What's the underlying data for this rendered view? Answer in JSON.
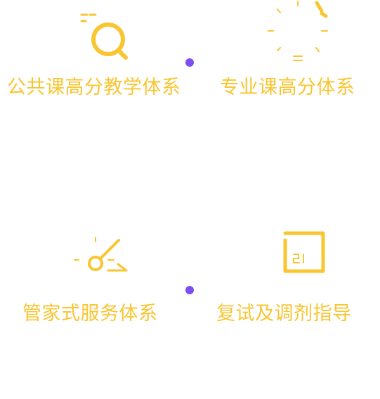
{
  "colors": {
    "accent": "#f9c530",
    "dot": "#7b4ff0",
    "background": "#ffffff"
  },
  "features": [
    {
      "icon": "search-icon",
      "label": "公共课高分教学体系"
    },
    {
      "icon": "sparkle-icon",
      "label": "专业课高分体系"
    },
    {
      "icon": "pencil-icon",
      "label": "管家式服务体系"
    },
    {
      "icon": "document-icon",
      "label": "复试及调剂指导"
    }
  ]
}
